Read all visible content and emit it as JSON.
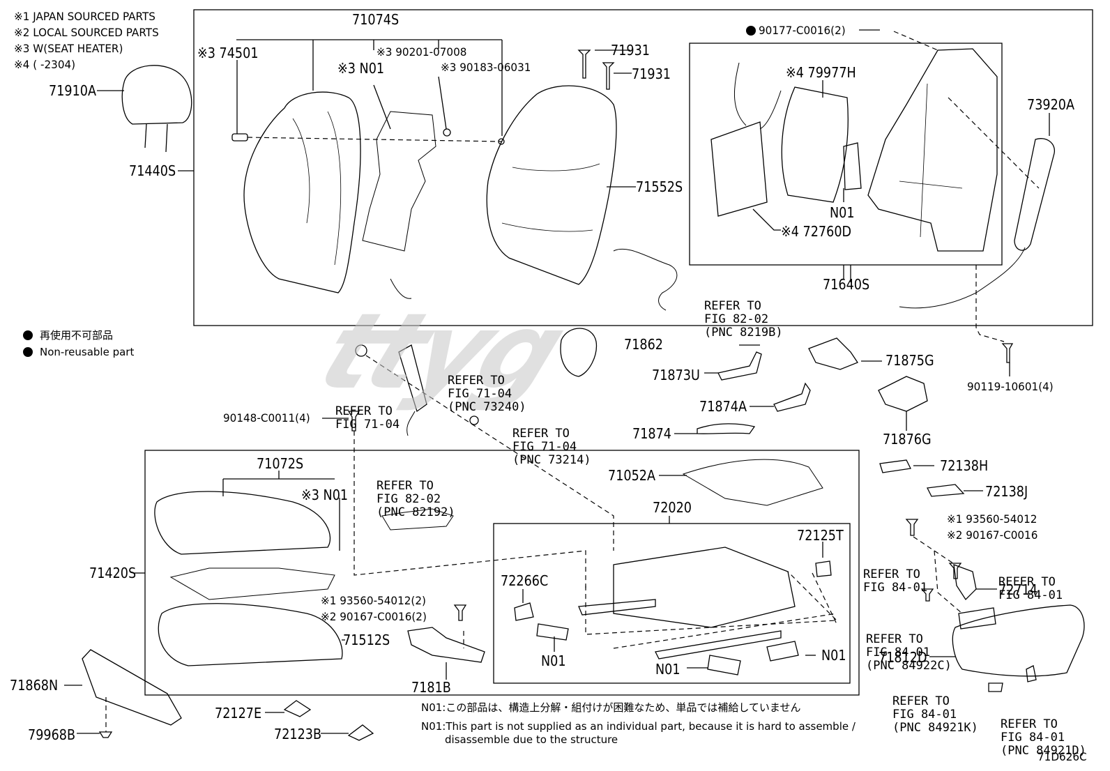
{
  "legend_notes": [
    "※1 JAPAN SOURCED PARTS",
    "※2 LOCAL SOURCED PARTS",
    "※3 W(SEAT HEATER)",
    "※4 (     -2304)"
  ],
  "non_reusable": {
    "jp": "再使用不可部品",
    "en": "Non-reusable part"
  },
  "watermark": "ttyg",
  "part_labels": {
    "p71910A": "71910A",
    "p71440S": "71440S",
    "p74501": "※3 74501",
    "p71074S": "71074S",
    "p90201": "※3 90201-07008",
    "pN01a": "※3 N01",
    "p90183": "※3 90183-06031",
    "p71931a": "71931",
    "p71931b": "71931",
    "p71552S": "71552S",
    "p90177": "90177-C0016(2)",
    "p79977H": "※4 79977H",
    "pN01b": "N01",
    "p72760D": "※4 72760D",
    "p71640S": "71640S",
    "p73920A": "73920A",
    "p90119": "90119-10601(4)",
    "p71862": "71862",
    "p71873U": "71873U",
    "p71875G": "71875G",
    "p71874A": "71874A",
    "p71874": "71874",
    "p71876G": "71876G",
    "p90148": "90148-C0011(4)",
    "p71072S": "71072S",
    "pN01c": "※3 N01",
    "p71420S": "71420S",
    "p71052A": "71052A",
    "p72020": "72020",
    "p72125T": "72125T",
    "p72266C": "72266C",
    "pN01d": "N01",
    "pN01e": "N01",
    "pN01f": "N01",
    "p93560a": "※1 93560-54012(2)",
    "p90167a": "※2 90167-C0016(2)",
    "p71512S": "71512S",
    "p7181B": "7181B",
    "p72138H": "72138H",
    "p72138J": "72138J",
    "p93560b": "※1 93560-54012",
    "p90167b": "※2 90167-C0016",
    "p72714": "72714",
    "p71812D": "71812D",
    "p71868N": "71868N",
    "p79968B": "79968B",
    "p72127E": "72127E",
    "p72123B": "72123B",
    "diagram_code": "71D626C"
  },
  "refer_blocks": {
    "r8219B": [
      "REFER TO",
      "FIG 82-02",
      "(PNC 8219B)"
    ],
    "r73240": [
      "REFER TO",
      "FIG 71-04",
      "(PNC 73240)"
    ],
    "r7104": [
      "REFER TO",
      "FIG 71-04"
    ],
    "r73214": [
      "REFER TO",
      "FIG 71-04",
      "(PNC 73214)"
    ],
    "r82192": [
      "REFER TO",
      "FIG 82-02",
      "(PNC 82192)"
    ],
    "r8401a": [
      "REFER TO",
      "FIG 84-01"
    ],
    "r8401b": [
      "REFER TO",
      "FIG 84-01"
    ],
    "r84922C": [
      "REFER TO",
      "FIG 84-01",
      "(PNC 84922C)"
    ],
    "r84921K": [
      "REFER TO",
      "FIG 84-01",
      "(PNC 84921K)"
    ],
    "r84921D": [
      "REFER TO",
      "FIG 84-01",
      "(PNC 84921D)"
    ]
  },
  "footnotes": {
    "jp": "N01:この部品は、構造上分解・組付けが困難なため、単品では補給していません",
    "en1": "N01:This part is not supplied as an individual part, because it is hard to assemble /",
    "en2": "disassemble due to the structure"
  }
}
